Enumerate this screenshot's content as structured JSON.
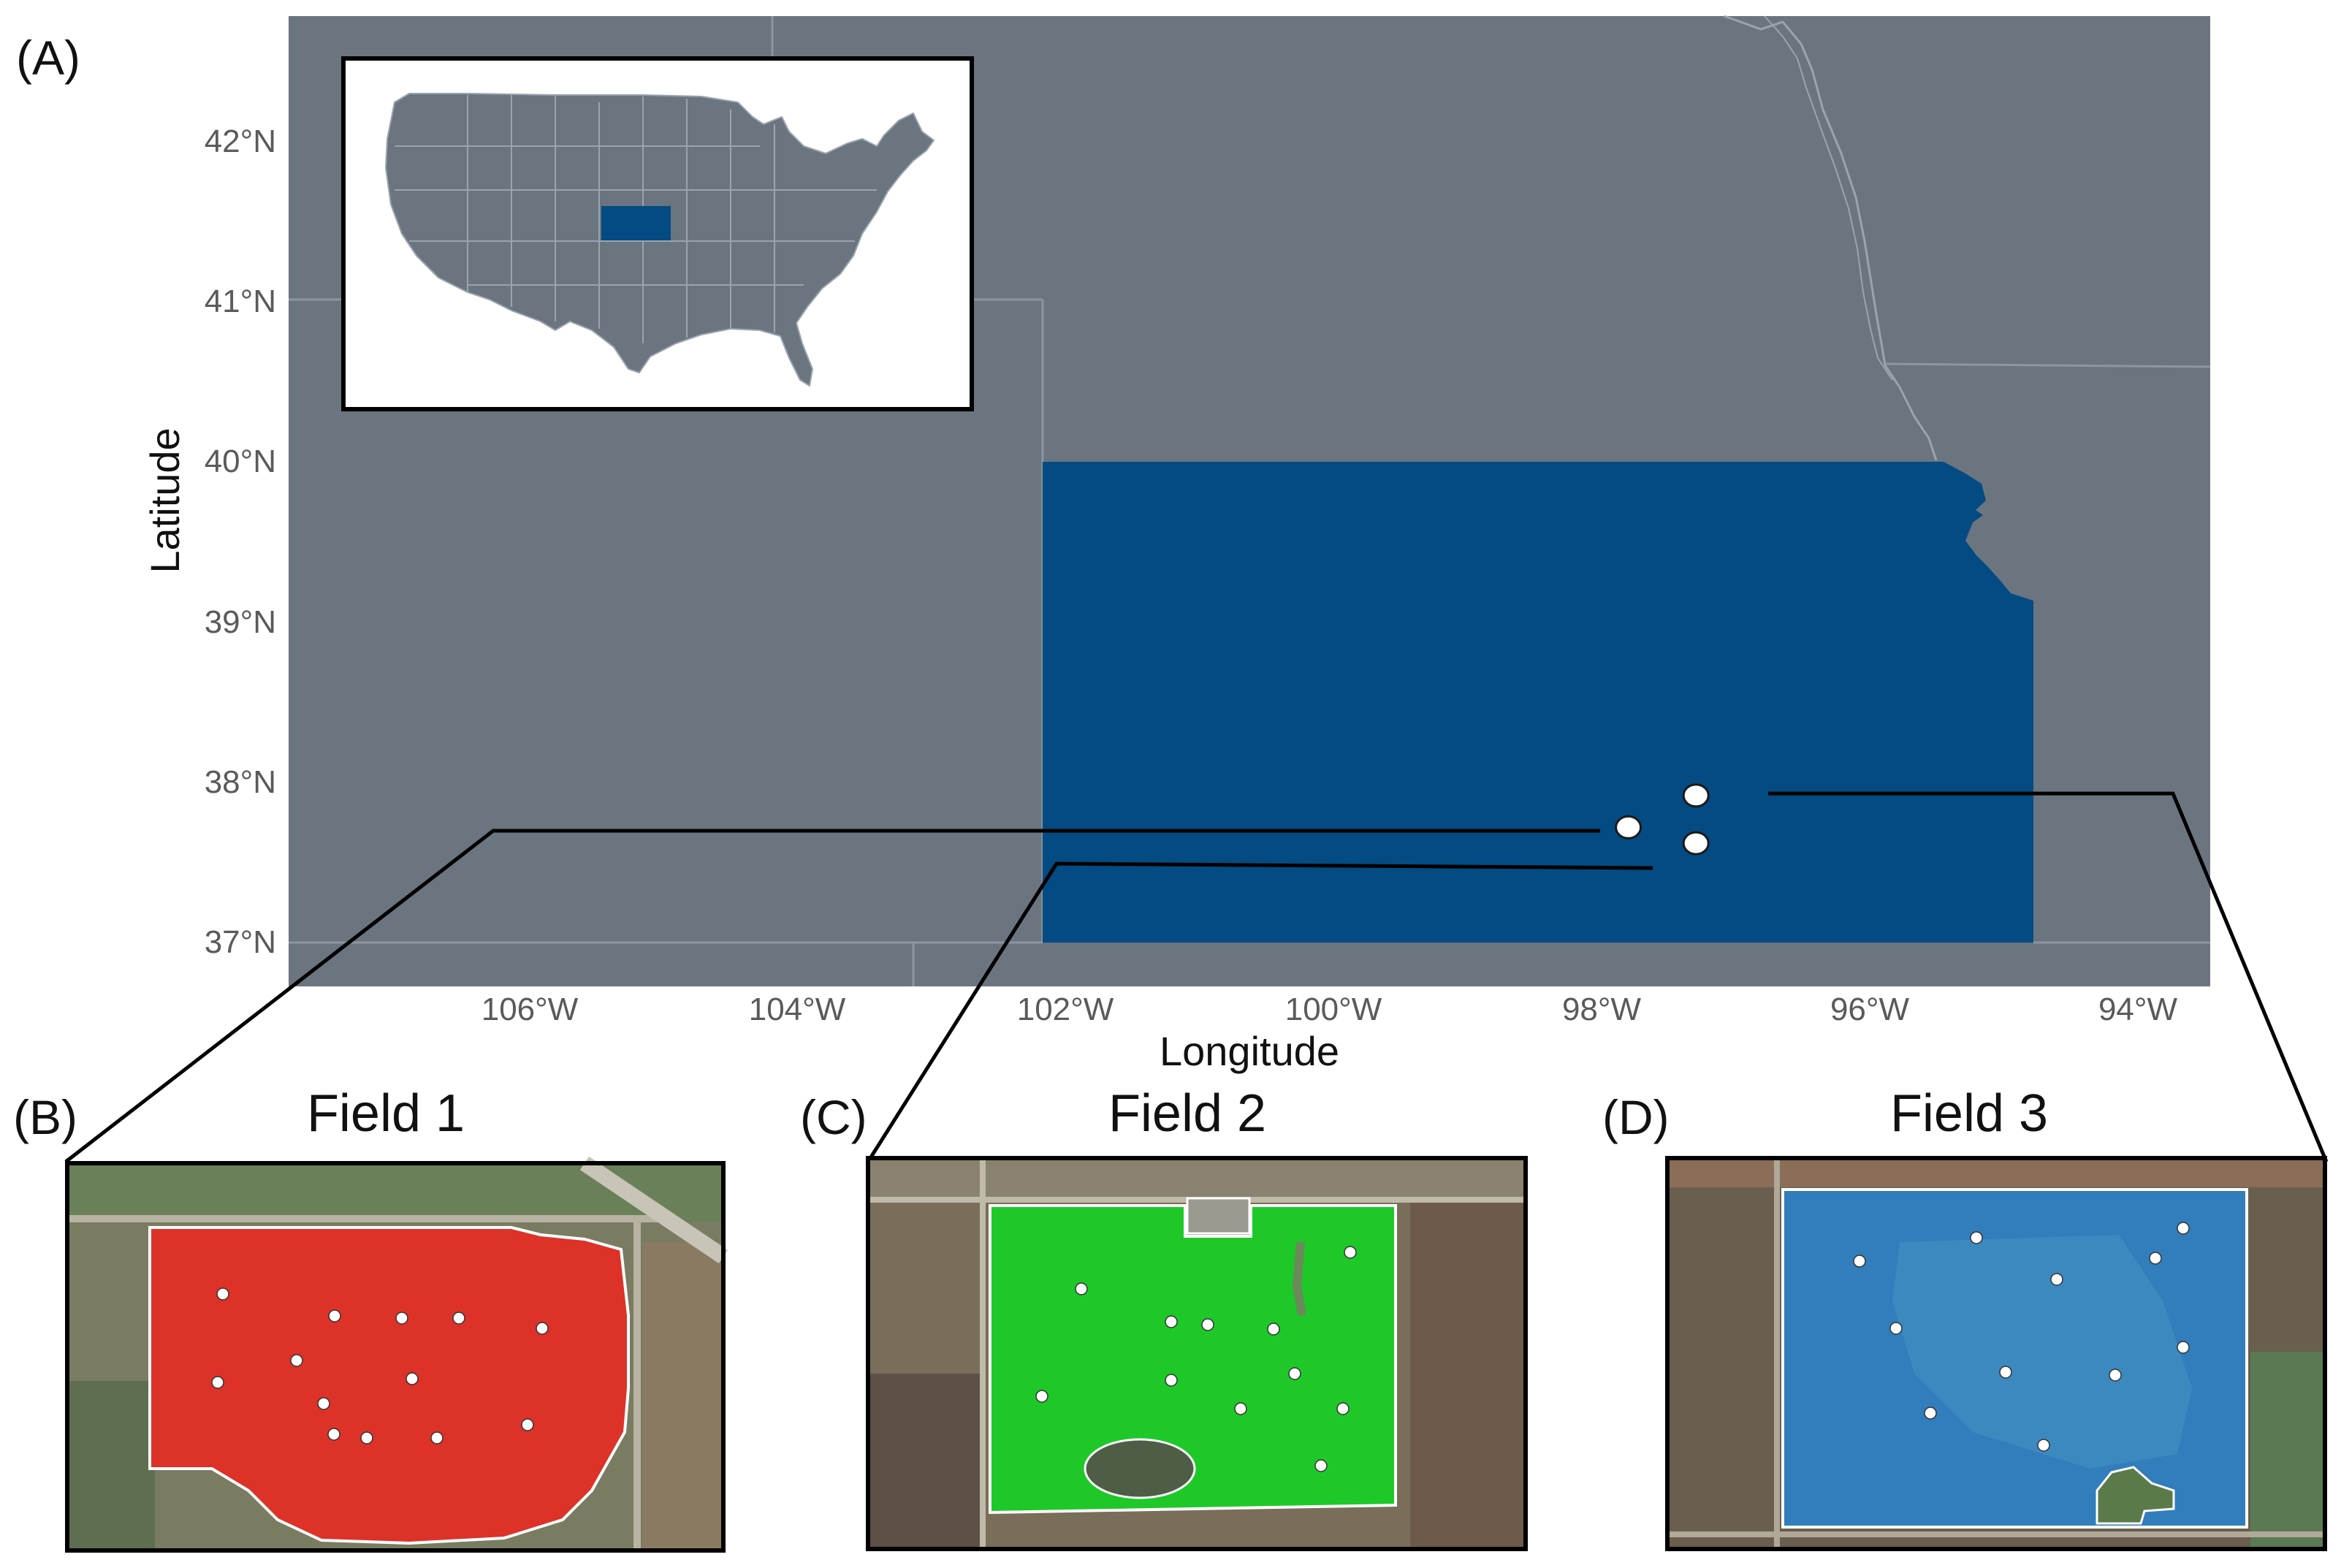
{
  "panels": {
    "a": {
      "label": "(A)"
    },
    "b": {
      "label": "(B)",
      "title": "Field 1"
    },
    "c": {
      "label": "(C)",
      "title": "Field 2"
    },
    "d": {
      "label": "(D)",
      "title": "Field 3"
    }
  },
  "map": {
    "xlabel": "Longitude",
    "ylabel": "Latitude",
    "lat_ticks": [
      "42°N",
      "41°N",
      "40°N",
      "39°N",
      "38°N",
      "37°N"
    ],
    "lon_ticks": [
      "106°W",
      "104°W",
      "102°W",
      "100°W",
      "98°W",
      "96°W",
      "94°W"
    ],
    "highlighted_state": "Kansas",
    "sites": [
      {
        "name": "Field 1",
        "lon": -97.6,
        "lat": 37.7
      },
      {
        "name": "Field 2",
        "lon": -97.1,
        "lat": 37.6
      },
      {
        "name": "Field 3",
        "lon": -97.1,
        "lat": 37.9
      }
    ]
  },
  "colors": {
    "land": "#6b7580",
    "kansas": "#034b82",
    "field1": "#dd3228",
    "field2": "#1ec829",
    "field3": "#2e80c4",
    "sample_point": "#ffffff"
  }
}
